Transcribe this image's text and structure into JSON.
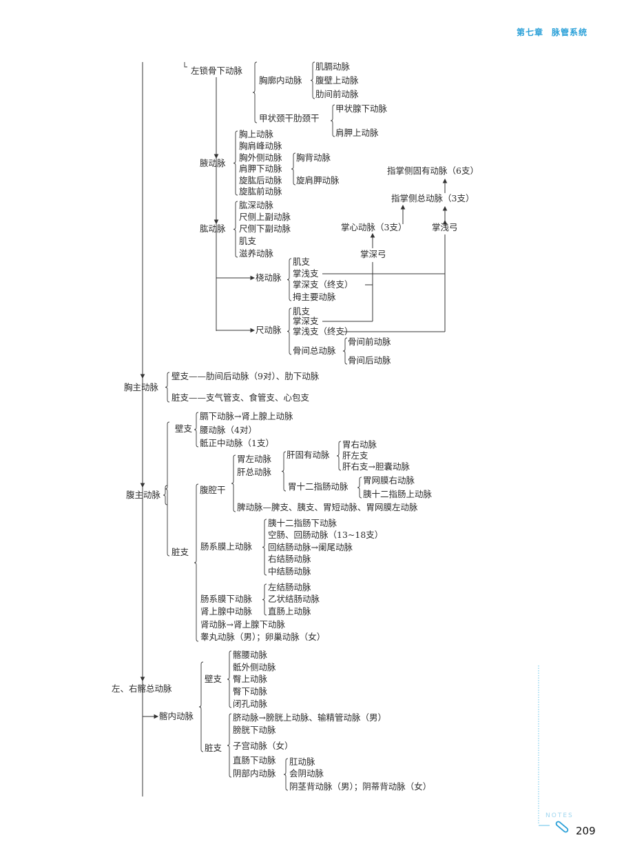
{
  "header": {
    "chapter": "第七章",
    "title": "脉管系统"
  },
  "footer": {
    "notes_label": "NOTES",
    "page_number": "209",
    "icon": "paperclip-icon",
    "accent_color": "#2aa0d8"
  },
  "diagram": {
    "items": [
      "左锁骨下动脉",
      "胸廓内动脉",
      "肌膈动脉",
      "腹壁上动脉",
      "肋间前动脉",
      "甲状颈干肋颈干",
      "甲状腺下动脉",
      "肩胛上动脉",
      "腋动脉",
      "胸上动脉",
      "胸肩峰动脉",
      "胸外侧动脉",
      "肩胛下动脉",
      "旋肱后动脉",
      "旋肱前动脉",
      "胸背动脉",
      "旋肩胛动脉",
      "肱动脉",
      "肱深动脉",
      "尺侧上副动脉",
      "尺侧下副动脉",
      "肌支",
      "滋养动脉",
      "桡动脉",
      "肌支",
      "掌浅支",
      "掌深支（终支）",
      "拇主要动脉",
      "尺动脉",
      "肌支",
      "掌深支",
      "掌浅支（终支）",
      "骨间总动脉",
      "骨间前动脉",
      "骨间后动脉",
      "指掌侧固有动脉（6支）",
      "指掌侧总动脉（3支）",
      "掌心动脉（3支）",
      "掌浅弓",
      "掌深弓",
      "胸主动脉",
      "壁支——肋间后动脉（9对）、肋下动脉",
      "脏支——支气管支、食管支、心包支",
      "腹主动脉",
      "壁支",
      "膈下动脉→肾上腺上动脉",
      "腰动脉（4对）",
      "骶正中动脉（1支）",
      "腹腔干",
      "胃左动脉",
      "肝总动脉",
      "肝固有动脉",
      "胃右动脉",
      "肝左支",
      "肝右支→胆囊动脉",
      "胃十二指肠动脉",
      "胃网膜右动脉",
      "胰十二指肠上动脉",
      "脾动脉—脾支、胰支、胃短动脉、胃网膜左动脉",
      "脏支",
      "肠系膜上动脉",
      "胰十二指肠下动脉",
      "空肠、回肠动脉（13~18支）",
      "回结肠动脉→阑尾动脉",
      "右结肠动脉",
      "中结肠动脉",
      "肠系膜下动脉",
      "肾上腺中动脉",
      "左结肠动脉",
      "乙状结肠动脉",
      "直肠上动脉",
      "肾动脉→肾上腺下动脉",
      "睾丸动脉（男）；卵巢动脉（女）",
      "左、右髂总动脉",
      "髂内动脉",
      "壁支",
      "髂腰动脉",
      "骶外侧动脉",
      "臀上动脉",
      "臀下动脉",
      "闭孔动脉",
      "脏支",
      "脐动脉→膀胱上动脉、输精管动脉（男）",
      "膀胱下动脉",
      "子宫动脉（女）",
      "直肠下动脉",
      "阴部内动脉",
      "肛动脉",
      "会阴动脉",
      "阴茎背动脉（男）；阴蒂背动脉（女）"
    ]
  }
}
